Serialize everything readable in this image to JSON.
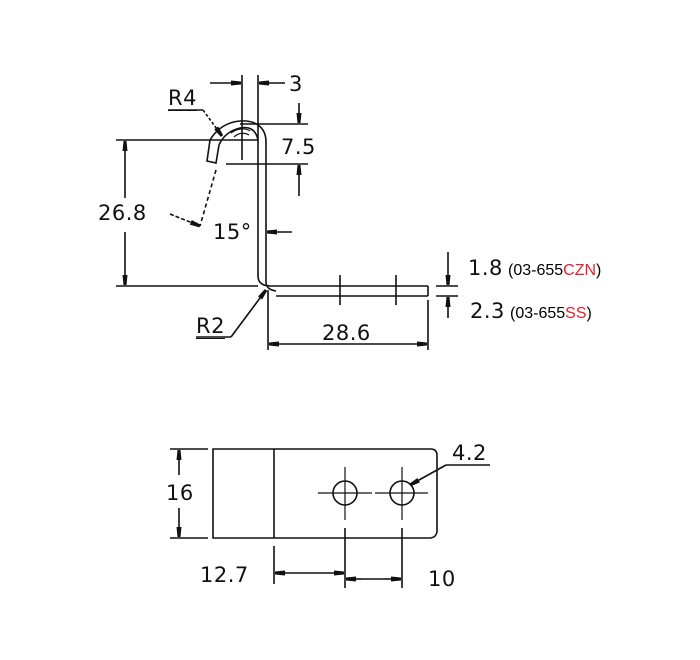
{
  "drawing": {
    "title": "L-bracket technical drawing",
    "side_view": {
      "dimensions": {
        "bend_radius_top": "R4",
        "thickness_top": "3",
        "hook_height": "7.5",
        "vertical_height": "26.8",
        "angle": "15°",
        "bend_radius_bottom": "R2",
        "horizontal_length": "28.6",
        "thickness_czn": "1.8",
        "thickness_ss": "2.3"
      },
      "part_numbers": [
        {
          "prefix": "(03-655",
          "suffix": "CZN",
          "close": ")"
        },
        {
          "prefix": "(03-655",
          "suffix": "SS",
          "close": ")"
        }
      ]
    },
    "top_view": {
      "dimensions": {
        "width": "16",
        "hole_diameter": "4.2",
        "first_hole_offset": "12.7",
        "hole_spacing": "10"
      }
    },
    "colors": {
      "line": "#111111",
      "suffix_red": "#e8202a"
    }
  }
}
